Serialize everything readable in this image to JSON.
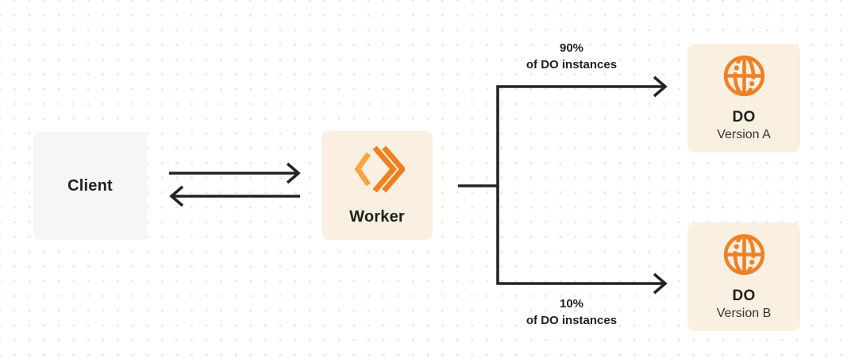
{
  "diagram": {
    "description": "Worker routing traffic to two Durable Object versions"
  },
  "colors": {
    "background": "#ffffff",
    "dot_grid": "#e8e8e9",
    "client_box_bg": "#f6f6f7",
    "cream_box_bg": "#faf0e1",
    "line": "#242424",
    "text_primary": "#1f1f1f",
    "text_secondary": "#343434",
    "orange": "#ee8126",
    "orange_light": "#f9a43e",
    "orange_dark": "#f07f20"
  },
  "nodes": {
    "client": {
      "label": "Client"
    },
    "worker": {
      "label": "Worker",
      "icon": "workers-icon"
    },
    "do_a": {
      "title": "DO",
      "subtitle": "Version A",
      "icon": "globe-icon"
    },
    "do_b": {
      "title": "DO",
      "subtitle": "Version B",
      "icon": "globe-icon"
    }
  },
  "edges": {
    "client_worker": {
      "style": "double-arrow"
    },
    "top_branch": {
      "percent": "90%",
      "caption": "of DO instances"
    },
    "bottom_branch": {
      "percent": "10%",
      "caption": "of DO instances"
    }
  }
}
